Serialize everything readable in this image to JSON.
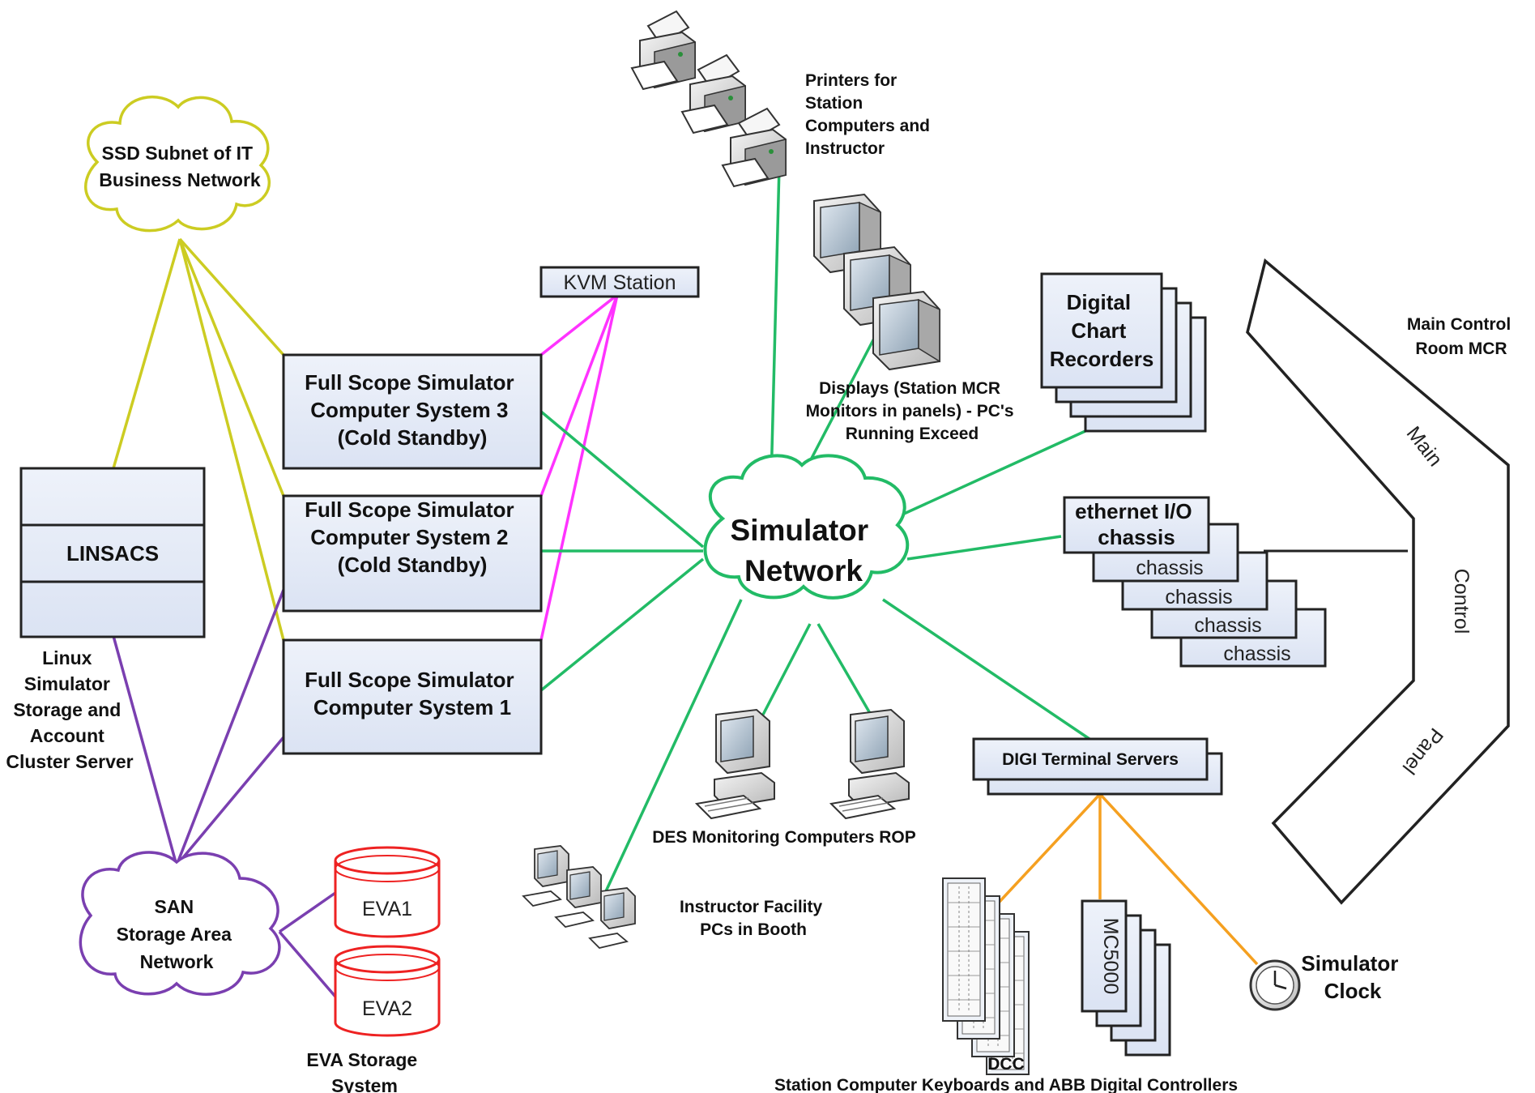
{
  "colors": {
    "yellow_link": "#cccc22",
    "purple_link": "#7a3fb0",
    "magenta_link": "#ff33ff",
    "green_link": "#22bb66",
    "orange_link": "#f5a020",
    "box_fill": "#e4eaf6",
    "storage_red": "#ee2222"
  },
  "clouds": {
    "ssd": [
      "SSD Subnet of IT",
      "Business Network"
    ],
    "san": [
      "SAN",
      "Storage Area",
      "Network"
    ],
    "simnet": [
      "Simulator",
      "Network"
    ]
  },
  "linsacs": {
    "label": "LINSACS",
    "caption": [
      "Linux",
      "Simulator",
      "Storage and",
      "Account",
      "Cluster Server"
    ]
  },
  "fss3": [
    "Full Scope Simulator",
    "Computer System 3",
    "(Cold Standby)"
  ],
  "fss2": [
    "Full Scope Simulator",
    "Computer System 2",
    "(Cold Standby)"
  ],
  "fss1": [
    "Full Scope Simulator",
    "Computer System 1"
  ],
  "kvm": "KVM Station",
  "storage": {
    "eva1": "EVA1",
    "eva2": "EVA2",
    "caption": [
      "EVA Storage",
      "System"
    ]
  },
  "printers_caption": [
    "Printers for",
    "Station",
    "Computers and",
    "Instructor"
  ],
  "displays_caption": [
    "Displays (Station MCR",
    "Monitors in panels) - PC's",
    "Running Exceed"
  ],
  "chart_recorders": [
    "Digital",
    "Chart",
    "Recorders"
  ],
  "io_chassis": {
    "front": [
      "ethernet I/O",
      "chassis"
    ],
    "others": [
      "chassis",
      "chassis",
      "chassis",
      "chassis"
    ]
  },
  "mcr": {
    "title": [
      "Main Control",
      "Room MCR"
    ],
    "main": "Main",
    "control": "Control",
    "panel": "Panel"
  },
  "digi": "DIGI Terminal Servers",
  "monitoring_caption": "DES  Monitoring Computers ROP",
  "instructor_caption": [
    "Instructor Facility",
    "PCs in Booth"
  ],
  "mc5000": "MC5000",
  "dcc": "DCC",
  "bottom_caption": "Station Computer Keyboards and ABB Digital Controllers",
  "clock_caption": [
    "Simulator",
    "Clock"
  ]
}
